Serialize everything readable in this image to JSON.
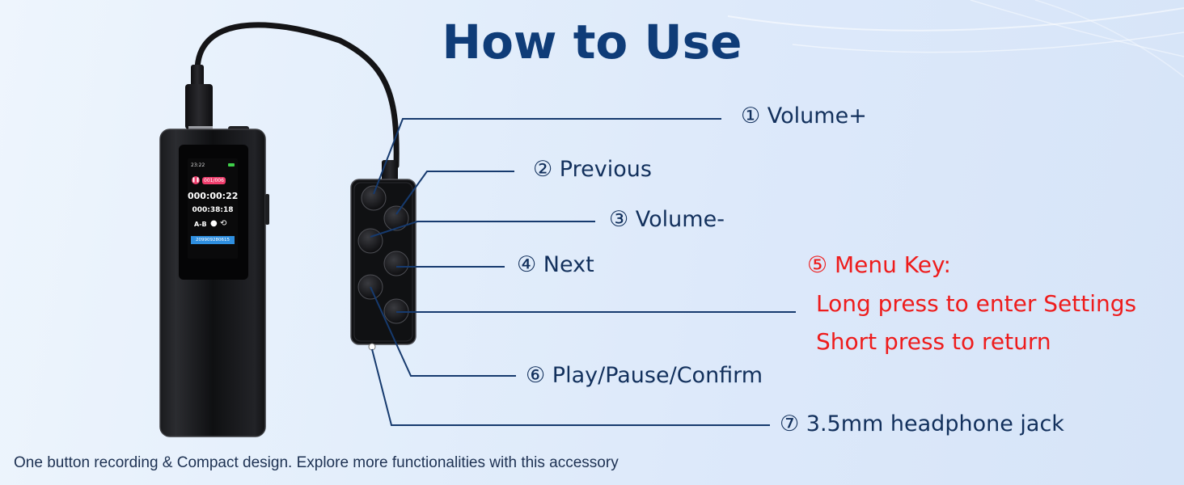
{
  "title": "How to Use",
  "recorder_screen": {
    "time": "23:22",
    "counter": "001/006",
    "elapsed": "000:00:22",
    "total": "000:38:18",
    "mode": "A-B",
    "filename": "209909280615"
  },
  "callouts": [
    {
      "id": "volume-up",
      "text": "① Volume+"
    },
    {
      "id": "previous",
      "text": "② Previous"
    },
    {
      "id": "volume-down",
      "text": "③ Volume-"
    },
    {
      "id": "next",
      "text": "④ Next"
    },
    {
      "id": "play-pause",
      "text": "⑥ Play/Pause/Confirm"
    },
    {
      "id": "headphone-jack",
      "text": "⑦ 3.5mm headphone jack"
    }
  ],
  "menu_key": {
    "title": "⑤ Menu Key:",
    "line1": "Long press to enter Settings",
    "line2": "Short press to return"
  },
  "footer": "One button recording & Compact design. Explore more functionalities with this accessory",
  "colors": {
    "title": "#0f3c78",
    "label": "#12305c",
    "menu_key": "#ee1c1c",
    "leader_line": "#163a6e"
  }
}
